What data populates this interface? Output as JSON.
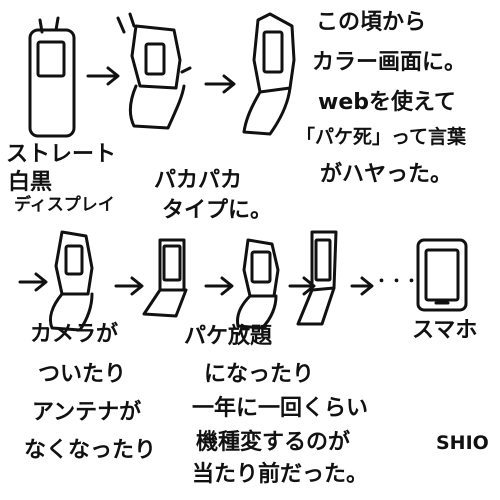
{
  "row1": {
    "straight_caption": [
      "ストレート",
      "白黒",
      "ディスプレイ"
    ],
    "flip_caption": [
      "パカパカ",
      "タイプに。"
    ]
  },
  "right_text": [
    "この頃から",
    "カラー画面に。",
    "webを使えて",
    "「パケ死」って言葉",
    "がハヤった。"
  ],
  "row2": {
    "camera_caption": [
      "カメラが",
      "ついたり",
      "アンテナが",
      "なくなったり"
    ],
    "packet_caption": [
      "パケ放題",
      "になったり"
    ],
    "smartphone_label": "スマホ",
    "ellipsis": "・・・"
  },
  "bottom_text": [
    "一年に一回くらい",
    "機種変するのが",
    "当たり前だった。"
  ],
  "signature": "SHIO"
}
